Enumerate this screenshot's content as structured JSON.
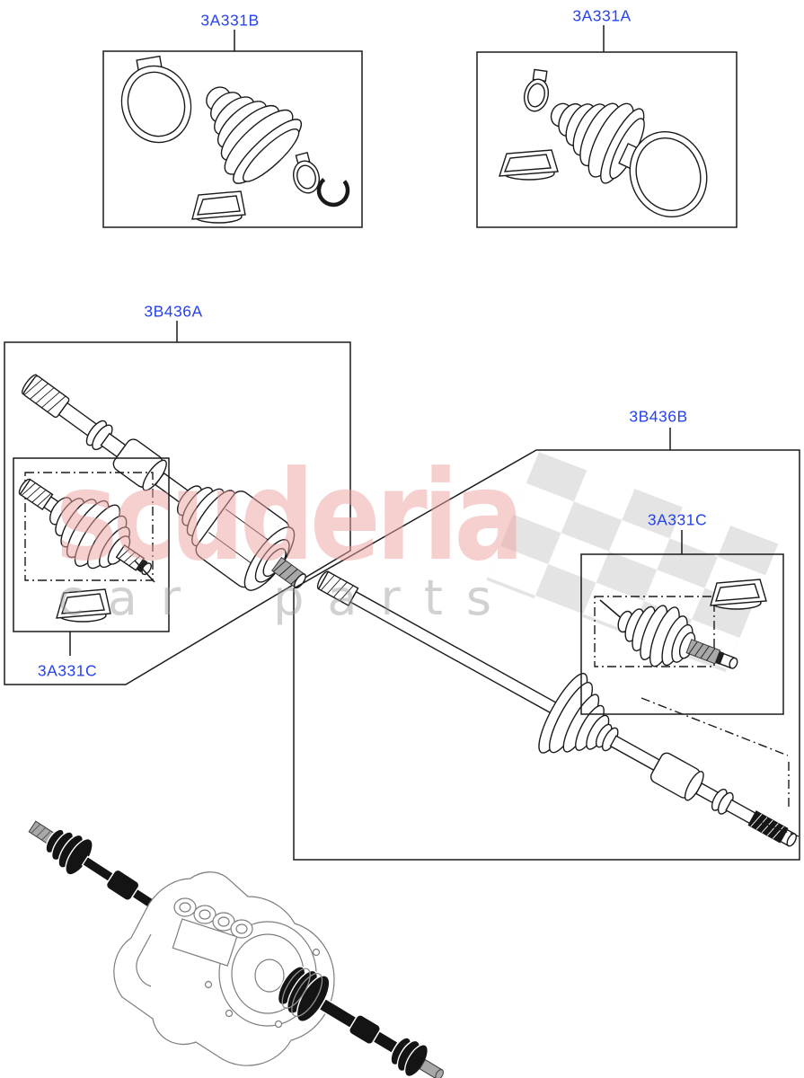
{
  "callouts": [
    {
      "part": "3A331B"
    },
    {
      "part": "3A331A"
    },
    {
      "part": "3B436A"
    },
    {
      "part": "3B436B"
    },
    {
      "part": "3A331C"
    },
    {
      "part": "3A331C"
    }
  ],
  "watermark": {
    "brand": "scuderia",
    "tagline": "car parts"
  },
  "colors": {
    "callout_blue": "#2643ee",
    "line_black": "#1a1a1a",
    "watermark_brand_pink": "#ee9f9f",
    "watermark_tagline_gray": "#9a9a9a",
    "checker_gray": "#e4e4e4"
  }
}
